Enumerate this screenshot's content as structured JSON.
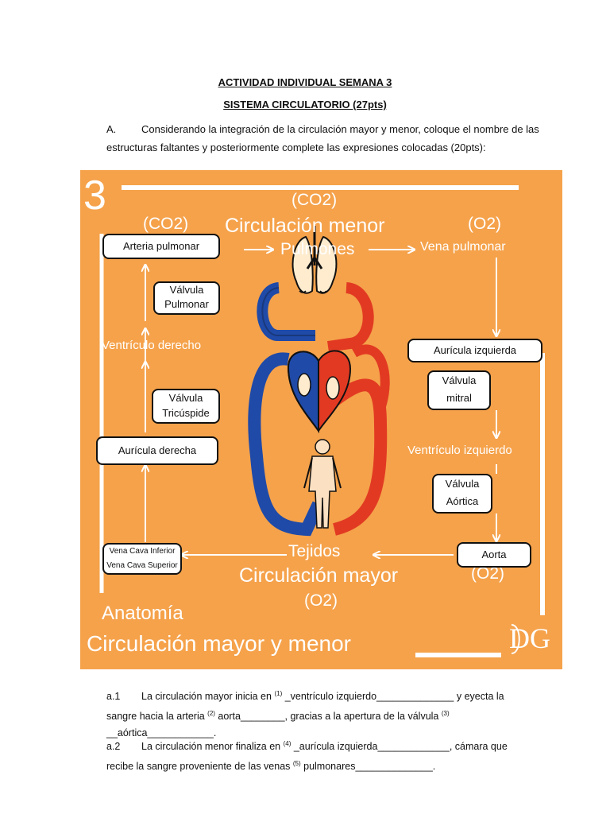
{
  "header": {
    "title1": "ACTIVIDAD INDIVIDUAL SEMANA 3",
    "title2": "SISTEMA CIRCULATORIO (27pts)"
  },
  "instruction": {
    "marker": "A.",
    "text": "Considerando la integración de la circulación mayor y menor, coloque el nombre de las estructuras faltantes y posteriormente complete las expresiones colocadas (20pts):"
  },
  "figure": {
    "number": "3",
    "co2_top": "(CO2)",
    "co2_left": "(CO2)",
    "o2_right": "(O2)",
    "circ_menor": "Circulación menor",
    "pulmones": "Pulmones",
    "vena_pulmonar": "Vena pulmonar",
    "ventriculo_derecho": "Ventrículo derecho",
    "ventriculo_izquierdo": "Ventrículo izquierdo",
    "tejidos": "Tejidos",
    "circ_mayor": "Circulación mayor",
    "o2_bottom": "(O2)",
    "o2_aorta": "(O2)",
    "anatomia": "Anatomía",
    "footer_title": "Circulación mayor y menor",
    "logo": "DG",
    "boxes": {
      "arteria_pulmonar": "Arteria pulmonar",
      "valvula_pulmonar_1": "Válvula",
      "valvula_pulmonar_2": "Pulmonar",
      "valvula_tricuspide_1": "Válvula",
      "valvula_tricuspide_2": "Tricúspide",
      "auricula_derecha": "Aurícula derecha",
      "vena_cava_inferior": "Vena Cava Inferior",
      "vena_cava_superior": "Vena Cava Superior",
      "auricula_izquierda": "Aurícula izquierda",
      "valvula_mitral_1": "Válvula",
      "valvula_mitral_2": "mitral",
      "valvula_aortica_1": "Válvula",
      "valvula_aortica_2": "Aórtica",
      "aorta": "Aorta"
    },
    "colors": {
      "background": "#f5a24b",
      "vein": "#1f4aa8",
      "artery": "#e23a22",
      "line": "#ffffff"
    }
  },
  "questions": {
    "a1": {
      "label": "a.1",
      "s1": "La circulación mayor inicia en ",
      "n1": "(1)",
      "s2": " _ventrículo izquierdo______________ y eyecta la",
      "s3": "sangre hacia la arteria ",
      "n2": "(2)",
      "s4": " aorta________, gracias a la apertura de la válvula ",
      "n3": "(3)",
      "s5": "__aórtica____________."
    },
    "a2": {
      "label": "a.2",
      "s1": "La circulación menor finaliza en ",
      "n4": "(4)",
      "s2": " _aurícula izquierda_____________, cámara que",
      "s3": "recibe la sangre proveniente de las venas ",
      "n5": "(5)",
      "s4": " pulmonares______________."
    }
  }
}
